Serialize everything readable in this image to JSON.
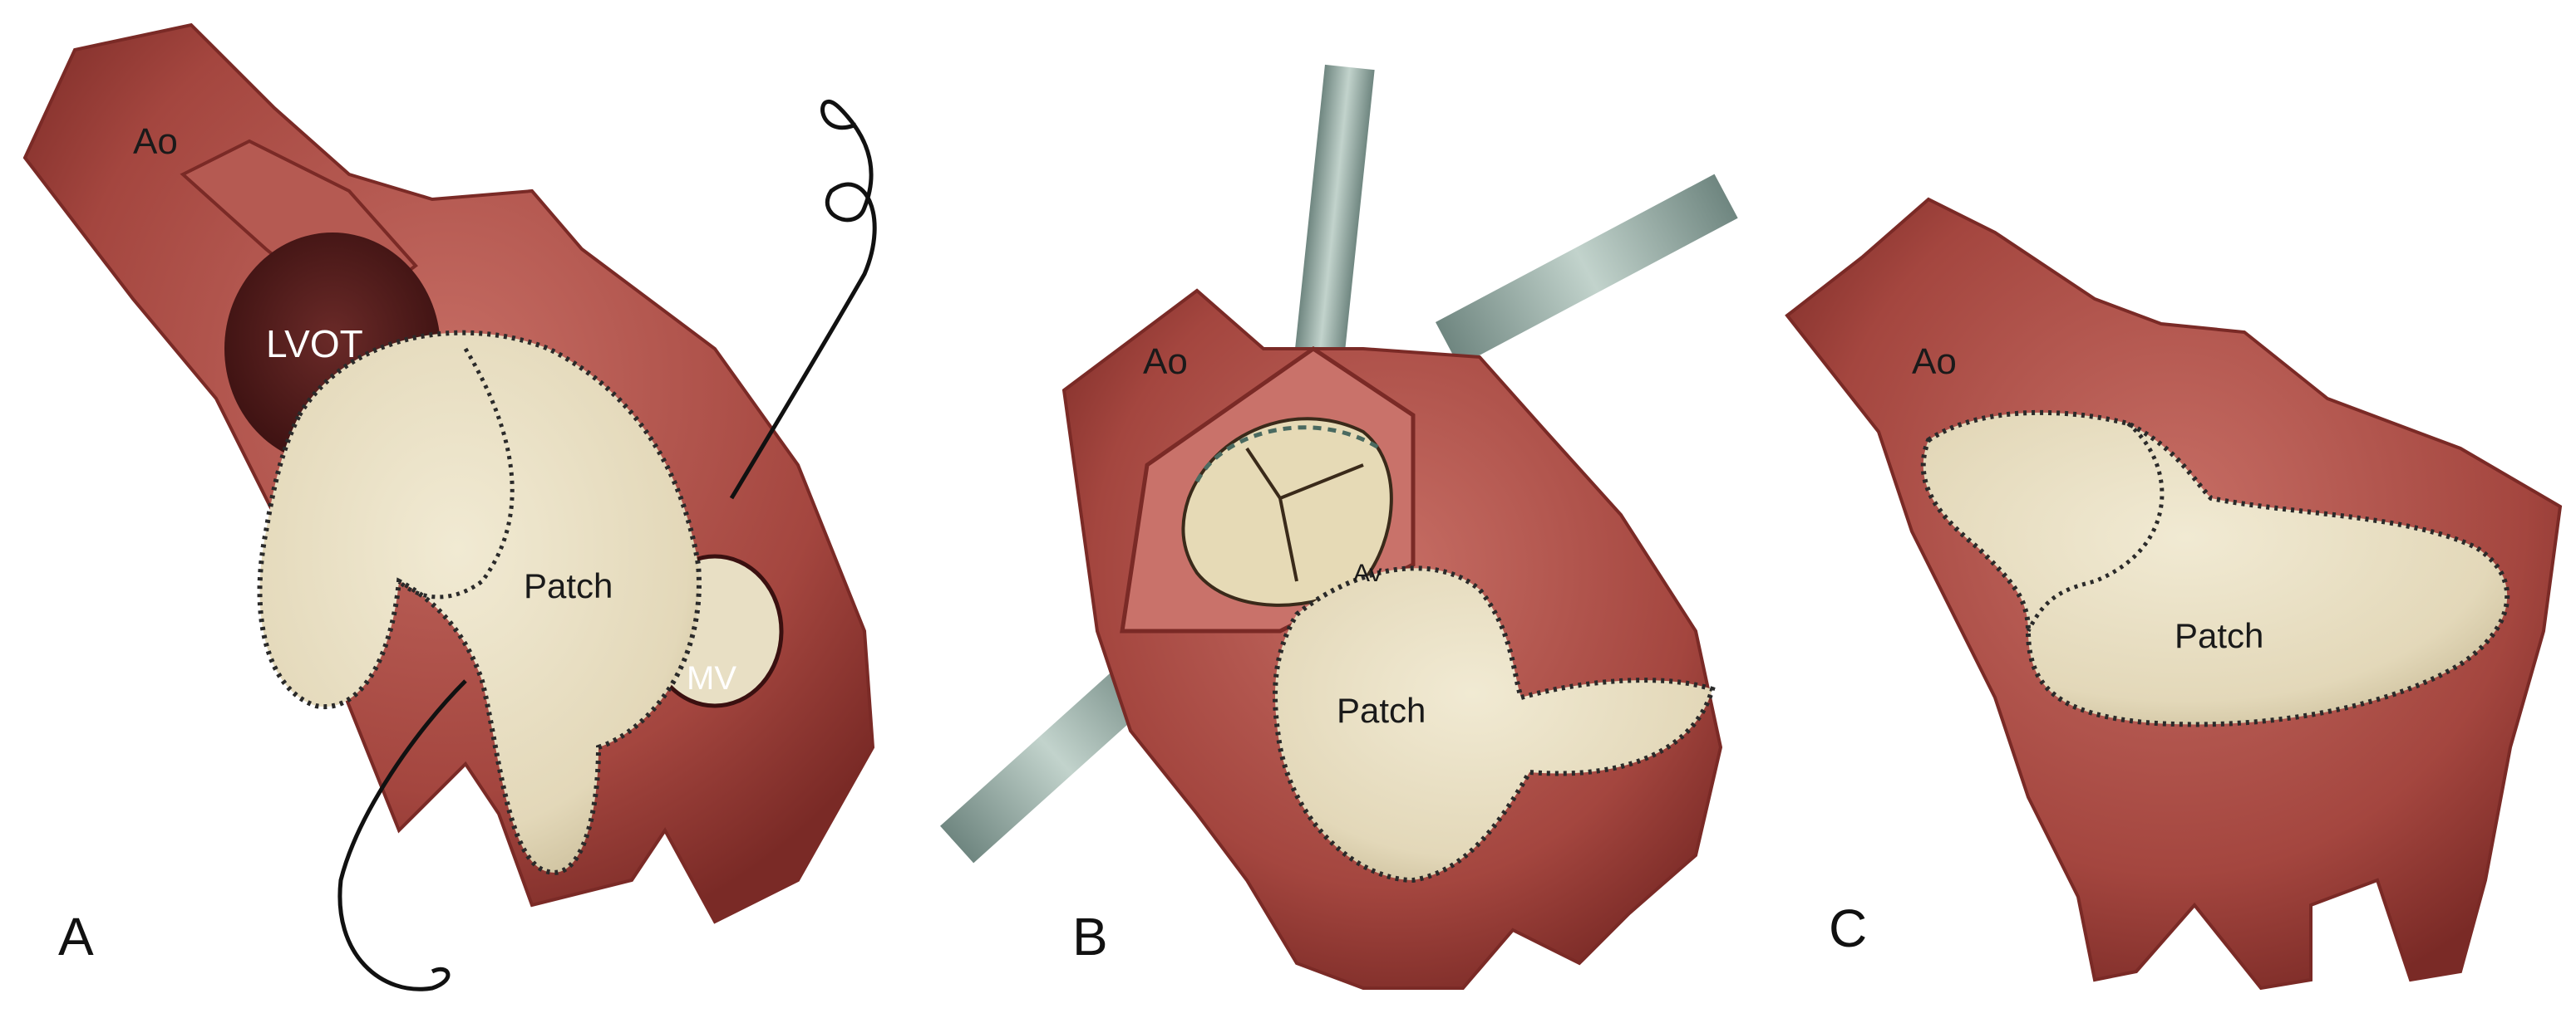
{
  "panels": [
    {
      "letter": "A",
      "labels": {
        "aorta": "Ao",
        "lvot": "LVOT",
        "patch": "Patch",
        "mitral_valve": "MV"
      }
    },
    {
      "letter": "B",
      "labels": {
        "aorta": "Ao",
        "aortic_valve": "Av",
        "patch": "Patch"
      }
    },
    {
      "letter": "C",
      "labels": {
        "aorta": "Ao",
        "patch": "Patch"
      }
    }
  ],
  "colors": {
    "tissue": "#a4463f",
    "tissue_dark": "#7a2a26",
    "tissue_light": "#c9726a",
    "cavity": "#4e1a1a",
    "patch": "#e8dfc4",
    "patch_shade": "#cfc3a2",
    "suture_line": "#2a2a2a",
    "retractor": "#9fb3ab"
  }
}
